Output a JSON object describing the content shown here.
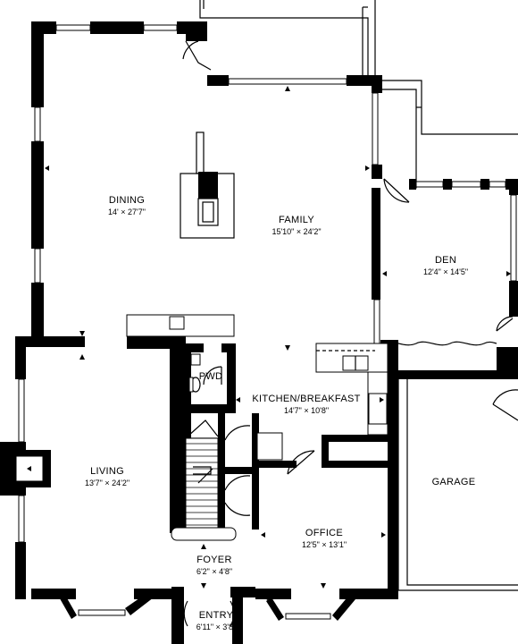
{
  "rooms": [
    {
      "id": "dining",
      "name": "DINING",
      "dims": "14' × 27'7\""
    },
    {
      "id": "family",
      "name": "FAMILY",
      "dims": "15'10\" × 24'2\""
    },
    {
      "id": "den",
      "name": "DEN",
      "dims": "12'4\" × 14'5\""
    },
    {
      "id": "pwd",
      "name": "PWD",
      "dims": ""
    },
    {
      "id": "kitchen",
      "name": "KITCHEN/BREAKFAST",
      "dims": "14'7\" × 10'8\""
    },
    {
      "id": "living",
      "name": "LIVING",
      "dims": "13'7\" × 24'2\""
    },
    {
      "id": "garage",
      "name": "GARAGE",
      "dims": ""
    },
    {
      "id": "office",
      "name": "OFFICE",
      "dims": "12'5\" × 13'1\""
    },
    {
      "id": "foyer",
      "name": "FOYER",
      "dims": "6'2\" × 4'8\""
    },
    {
      "id": "entry",
      "name": "ENTRY",
      "dims": "6'11\" × 3'8\""
    }
  ]
}
